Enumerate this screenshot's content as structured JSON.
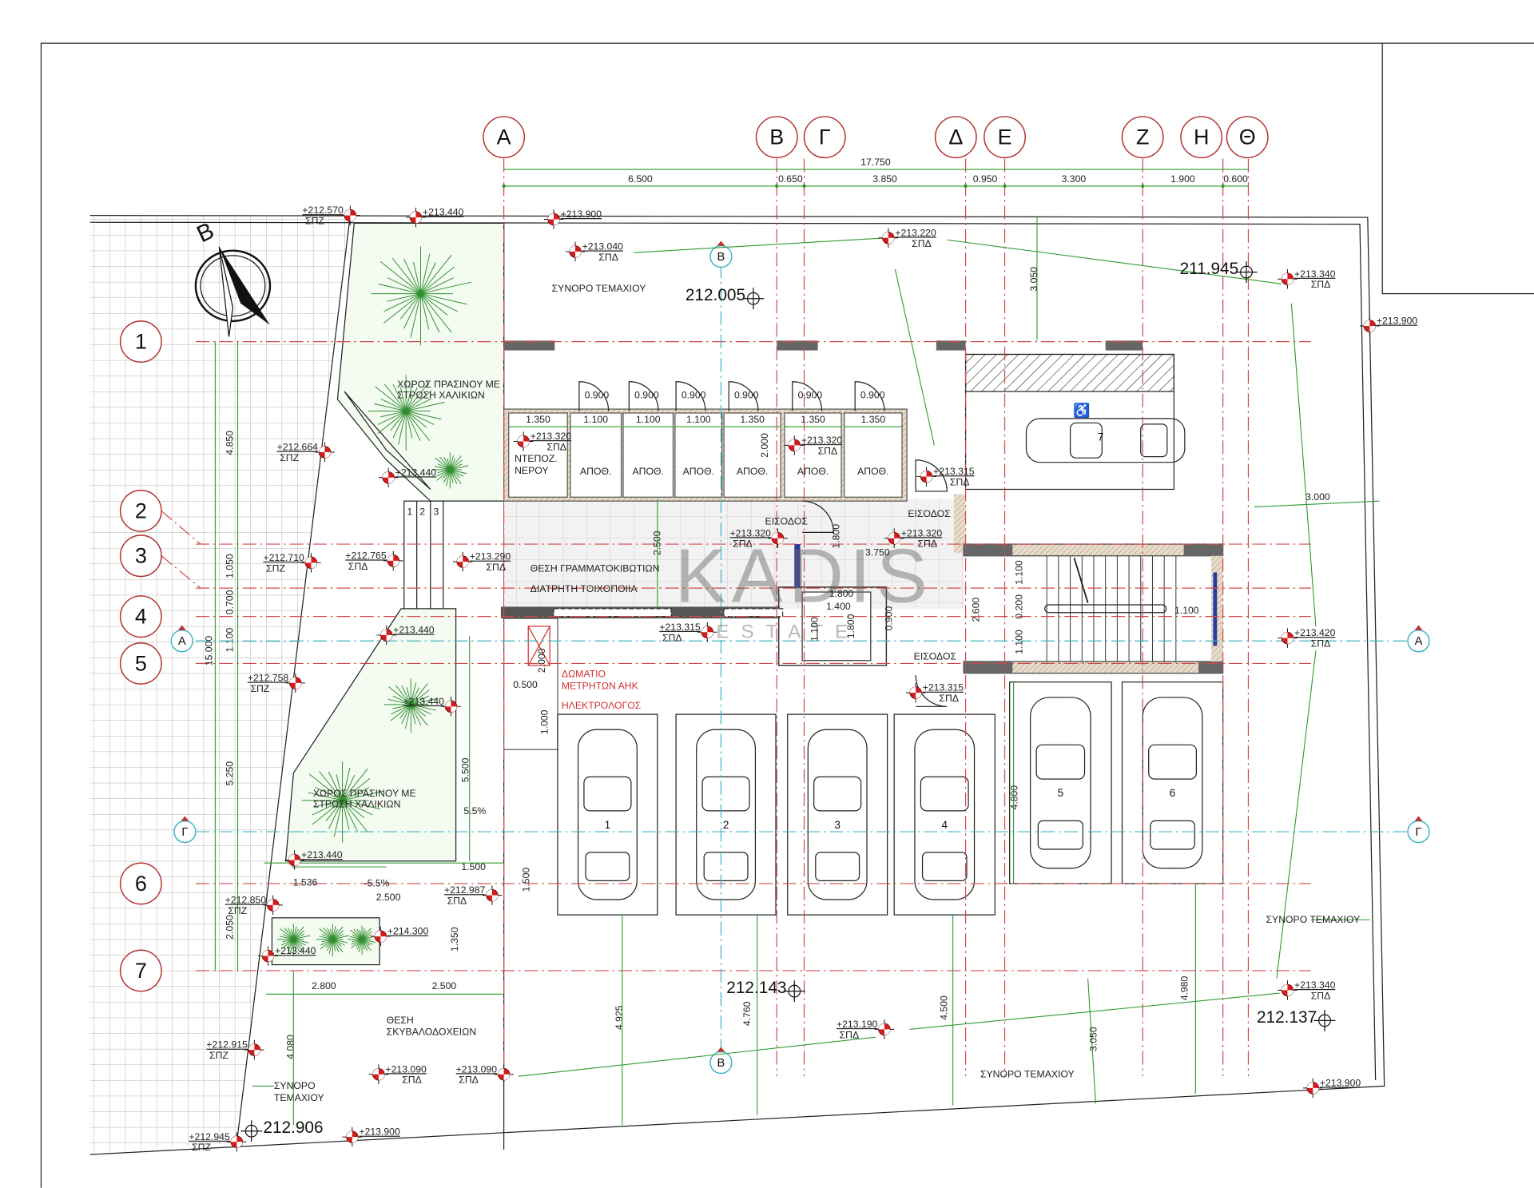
{
  "compass_label": "B",
  "watermark": {
    "brand": "KADIS",
    "sub": "ESTATE"
  },
  "grid_columns": [
    "Α",
    "Β",
    "Γ",
    "Δ",
    "Ε",
    "Ζ",
    "Η",
    "Θ"
  ],
  "grid_rows": [
    "1",
    "2",
    "3",
    "4",
    "5",
    "6",
    "7"
  ],
  "column_dims": {
    "total": "17.750",
    "segments": [
      "6.500",
      "0.650",
      "3.850",
      "0.950",
      "3.300",
      "1.900",
      "0.600"
    ]
  },
  "row_dims": {
    "total": "15.000",
    "segments": [
      "4.850",
      "1.050",
      "0.700",
      "1.100",
      "5.250",
      "2.050"
    ]
  },
  "sections": {
    "a": "Α",
    "b": "Β",
    "g": "Γ"
  },
  "rooms": [
    {
      "width": "1.350",
      "label": "ΝΤΕΠΟΖ.",
      "label2": "ΝΕΡΟΥ"
    },
    {
      "width": "1.100",
      "label": "ΑΠΟΘ."
    },
    {
      "width": "1.100",
      "label": "ΑΠΟΘ."
    },
    {
      "width": "1.100",
      "label": "ΑΠΟΘ."
    },
    {
      "width": "1.350",
      "label": "ΑΠΟΘ."
    },
    {
      "width": "1.350",
      "label": "ΑΠΟΘ."
    },
    {
      "width": "1.350",
      "label": "ΑΠΟΘ."
    }
  ],
  "doors": [
    "0.900",
    "0.900",
    "0.900",
    "0.900",
    "0.900",
    "0.900"
  ],
  "labels": {
    "boundary": "ΣΥΝΟΡΟ ΤΕΜΑΧΙΟΥ",
    "boundary_l1": "ΣΥΝΟΡΟ",
    "boundary_l2": "ΤΕΜΑΧΙΟΥ",
    "mailboxes": "ΘΕΣΗ ΓΡΑΜΜΑΤΟΚΙΒΩΤΙΩΝ",
    "perforated_wall": "ΔΙΑΤΡΗΤΗ ΤΟΙΧΟΠΟΙΙΑ",
    "entrance": "ΕΙΣΟΔΟΣ",
    "meter_room_l1": "ΔΩΜΑΤΙΟ",
    "meter_room_l2": "ΜΕΤΡΗΤΩΝ ΑΗΚ",
    "electrician": "ΗΛΕΚΤΡΟΛΟΓΟΣ",
    "bins_l1": "ΘΕΣΗ",
    "bins_l2": "ΣΚΥΒΑΛΟΔΟΧΕΙΩΝ",
    "green_l1": "ΧΩΡΟΣ ΠΡΑΣΙΝΟΥ ΜΕ",
    "green_l2": "ΣΤΡΩΣΗ ΧΑΛΙΚΙΩΝ",
    "slope": "5.5%",
    "slope_neg": "-5.5%",
    "steps": [
      "1",
      "2",
      "3"
    ]
  },
  "parking": [
    "1",
    "2",
    "3",
    "4",
    "5",
    "6",
    "7"
  ],
  "levels": [
    {
      "value": "+212.570",
      "code": "ΣΠΖ"
    },
    {
      "value": "+213.440",
      "code": ""
    },
    {
      "value": "+213.900",
      "code": ""
    },
    {
      "value": "+213.040",
      "code": "ΣΠΔ"
    },
    {
      "value": "+213.220",
      "code": "ΣΠΔ"
    },
    {
      "value": "+213.340",
      "code": "ΣΠΔ"
    },
    {
      "value": "+213.900",
      "code": ""
    },
    {
      "value": "+212.664",
      "code": "ΣΠΖ"
    },
    {
      "value": "+213.440",
      "code": ""
    },
    {
      "value": "+213.320",
      "code": "ΣΠΔ"
    },
    {
      "value": "+213.320",
      "code": "ΣΠΔ"
    },
    {
      "value": "+213.315",
      "code": "ΣΠΔ"
    },
    {
      "value": "+213.320",
      "code": "ΣΠΔ"
    },
    {
      "value": "+213.320",
      "code": "ΣΠΔ"
    },
    {
      "value": "+212.710",
      "code": "ΣΠΖ"
    },
    {
      "value": "+212.765",
      "code": "ΣΠΔ"
    },
    {
      "value": "+213.290",
      "code": "ΣΠΔ"
    },
    {
      "value": "+213.315",
      "code": "ΣΠΔ"
    },
    {
      "value": "+213.440",
      "code": ""
    },
    {
      "value": "+212.758",
      "code": "ΣΠΖ"
    },
    {
      "value": "+213.315",
      "code": "ΣΠΔ"
    },
    {
      "value": "+213.440",
      "code": ""
    },
    {
      "value": "+213.420",
      "code": "ΣΠΔ"
    },
    {
      "value": "+213.440",
      "code": ""
    },
    {
      "value": "+212.850",
      "code": "ΣΠΖ"
    },
    {
      "value": "+212.987",
      "code": "ΣΠΔ"
    },
    {
      "value": "+214.300",
      "code": ""
    },
    {
      "value": "+213.440",
      "code": ""
    },
    {
      "value": "+213.340",
      "code": "ΣΠΔ"
    },
    {
      "value": "+213.190",
      "code": "ΣΠΔ"
    },
    {
      "value": "+212.915",
      "code": "ΣΠΖ"
    },
    {
      "value": "+213.090",
      "code": "ΣΠΔ"
    },
    {
      "value": "+213.090",
      "code": "ΣΠΔ"
    },
    {
      "value": "+213.900",
      "code": ""
    },
    {
      "value": "+212.945",
      "code": "ΣΠΖ"
    },
    {
      "value": "+213.900",
      "code": ""
    }
  ],
  "spot_heights": [
    "212.005",
    "211.945",
    "212.143",
    "212.137",
    "212.906"
  ],
  "dimensions": [
    "3.050",
    "3.000",
    "2.500",
    "1.800",
    "3.750",
    "2.000",
    "1.800",
    "1.400",
    "1.100",
    "1.800",
    "0.900",
    "2.600",
    "1.100",
    "0.200",
    "1.100",
    "1.100",
    "2.000",
    "0.500",
    "1.000",
    "5.500",
    "1.500",
    "1.500",
    "1.536",
    "2.500",
    "1.350",
    "2.800",
    "2.500",
    "4.080",
    "4.925",
    "4.760",
    "4.500",
    "4.980",
    "3.050",
    "4.800"
  ]
}
